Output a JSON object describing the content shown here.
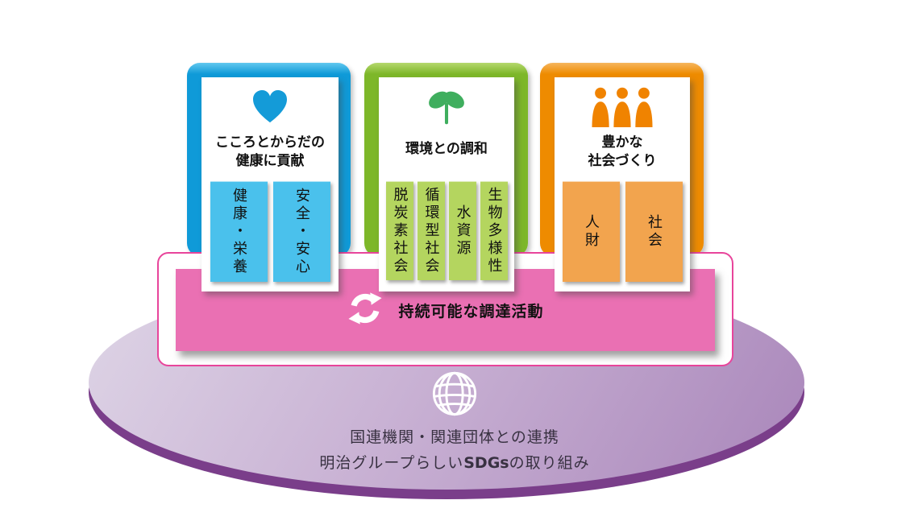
{
  "cards": [
    {
      "name": "health",
      "icon": "heart-icon",
      "title_lines": [
        "こころとからだの",
        "健康に貢献"
      ],
      "items": [
        "健康・栄養",
        "安全・安心"
      ]
    },
    {
      "name": "environment",
      "icon": "sprout-icon",
      "title_lines": [
        "環境との調和"
      ],
      "items": [
        "脱炭素社会",
        "循環型社会",
        "水資源",
        "生物多様性"
      ]
    },
    {
      "name": "society",
      "icon": "people-icon",
      "title_lines": [
        "豊かな",
        "社会づくり"
      ],
      "items": [
        "人財",
        "社会"
      ]
    }
  ],
  "banner": {
    "icon": "recycle-icon",
    "label": "持続可能な調達活動"
  },
  "base": {
    "icon": "globe-icon",
    "line1": "国連機関・関連団体との連携",
    "line2_pre": "明治グループらしい",
    "line2_latin": "SDGs",
    "line2_post": "の取り組み"
  },
  "colors": {
    "blue_frame": "#0f9ad8",
    "blue_frame_light": "#62c8ef",
    "blue_item": "#4ac1ec",
    "blue_icon": "#149bd8",
    "green_frame": "#7db729",
    "green_frame_light": "#b5d86d",
    "green_item": "#b4d55f",
    "green_icon": "#3fae5e",
    "orange_frame": "#ee8b00",
    "orange_frame_light": "#f6b55e",
    "orange_item": "#f2a44e",
    "orange_icon": "#f08300",
    "pink_banner": "#ea70b3",
    "pink_border": "#e8459b",
    "ellipse_light1": "#ded5e6",
    "ellipse_light2": "#c9b2d4",
    "ellipse_light3": "#a986ba",
    "ellipse_rim": "#7a3e8a",
    "base_text": "#383141"
  }
}
